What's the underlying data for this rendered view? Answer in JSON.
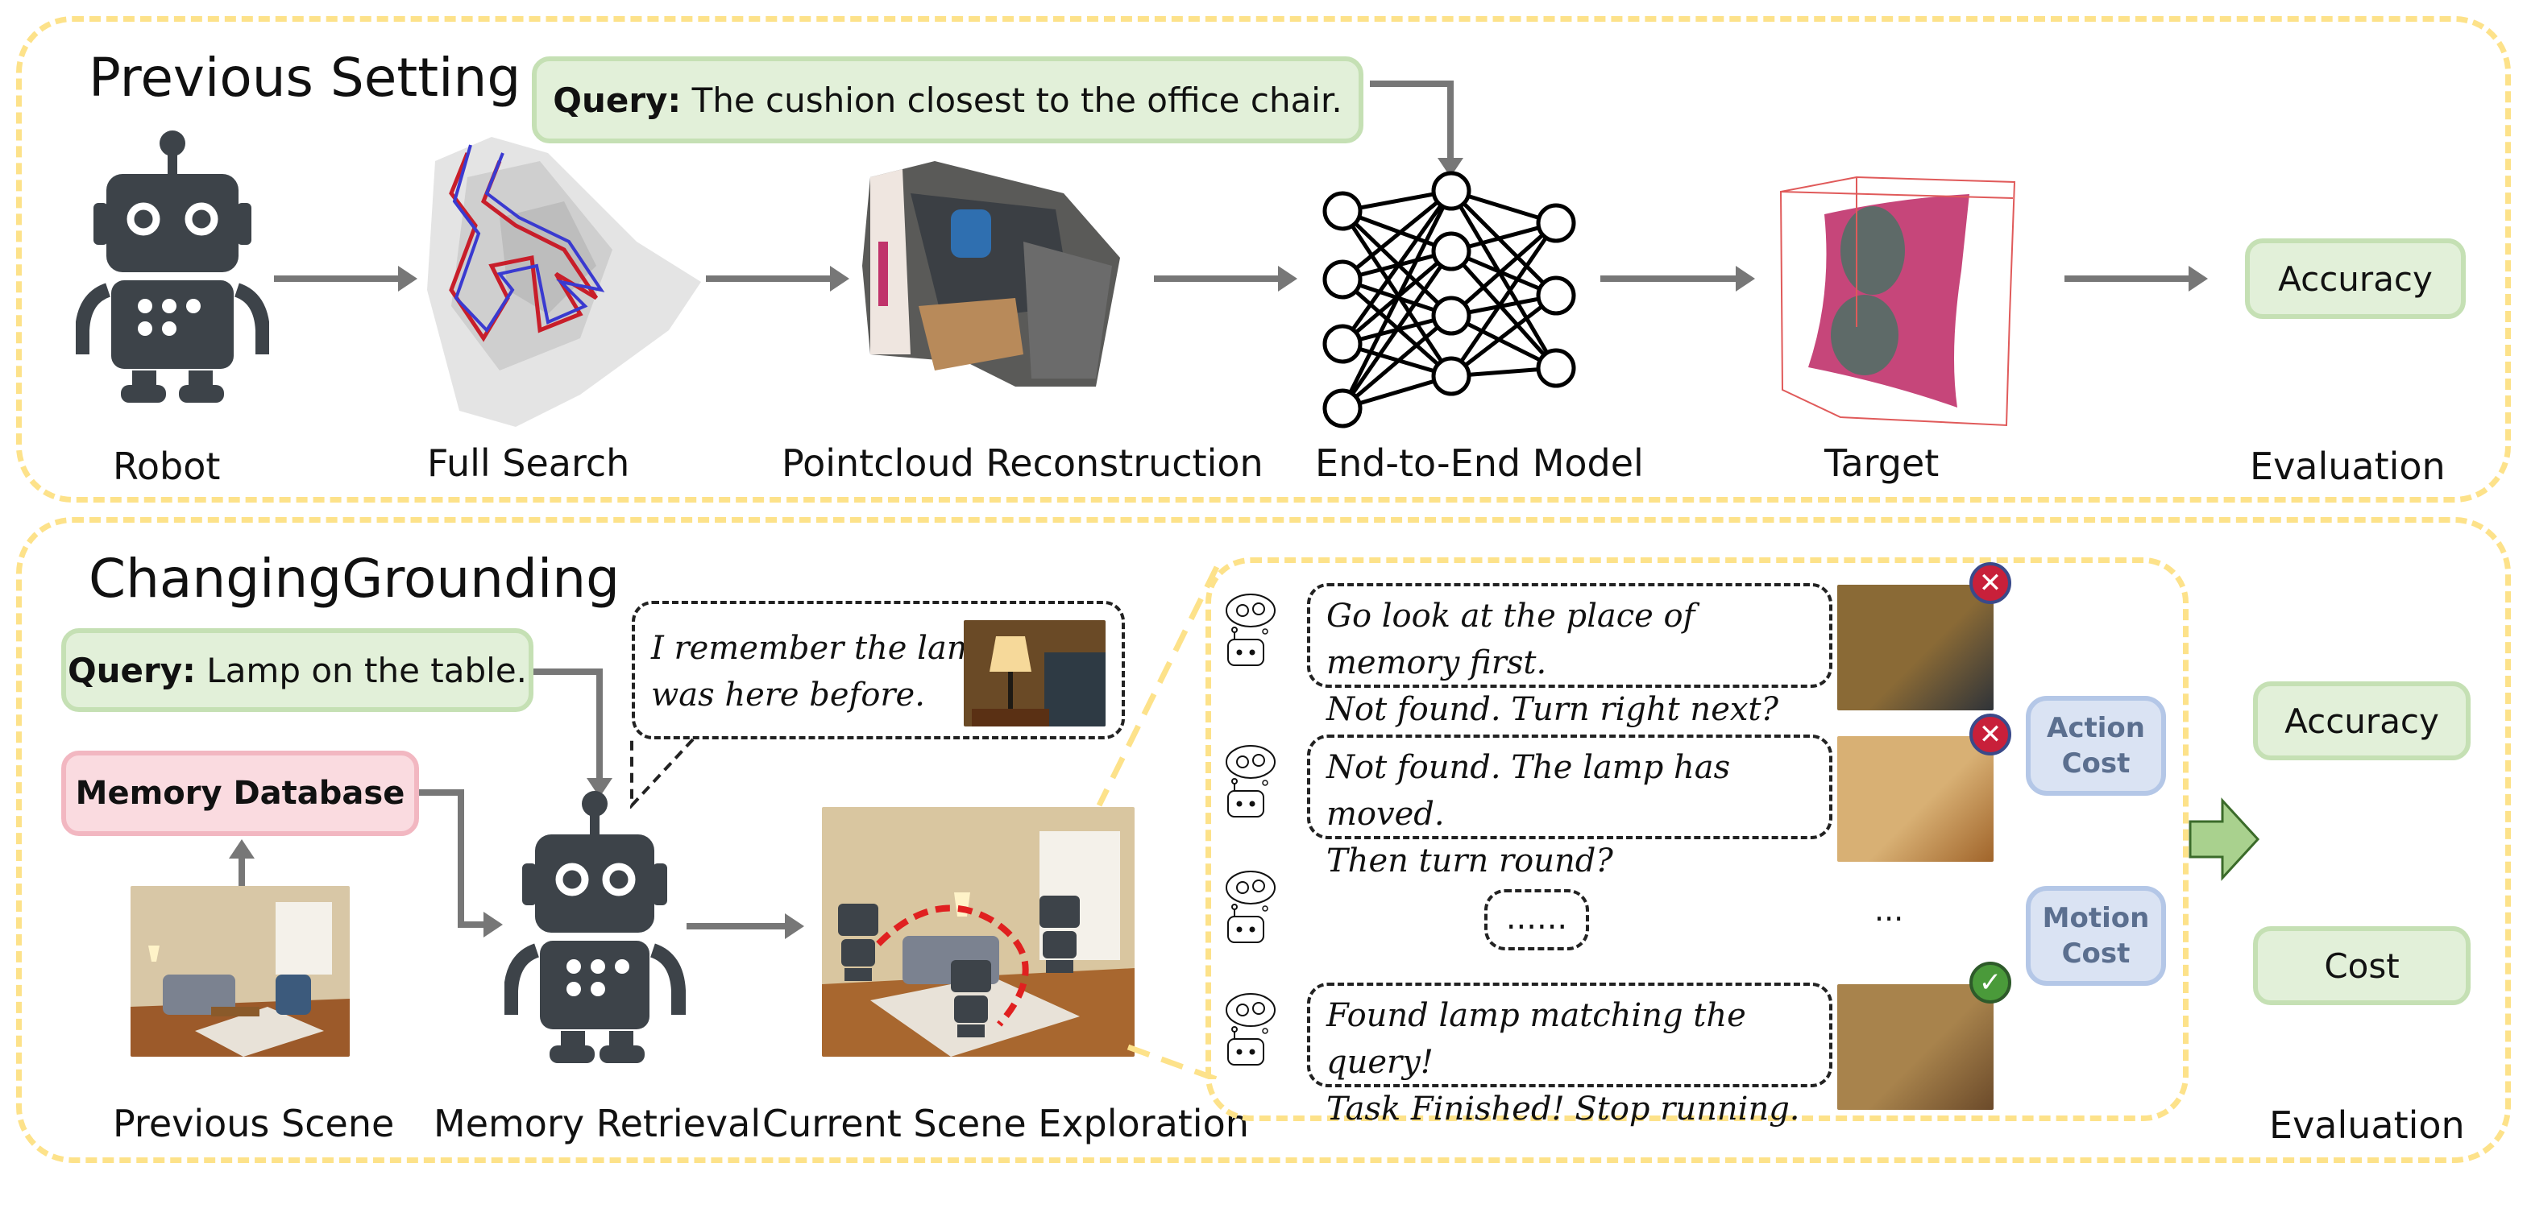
{
  "previous_setting": {
    "title": "Previous Setting",
    "query_label": "Query:",
    "query_text": " The cushion closest to the office chair.",
    "stages": [
      "Robot",
      "Full Search",
      "Pointcloud Reconstruction",
      "End-to-End Model",
      "Target",
      "Evaluation"
    ],
    "evaluation_metric": "Accuracy"
  },
  "changing_grounding": {
    "title": "ChangingGrounding",
    "query_label": "Query:",
    "query_text": " Lamp on the table.",
    "memory_database": "Memory Database",
    "memory_bubble": [
      "I remember the lamp",
      "was here before."
    ],
    "stages": [
      "Previous Scene",
      "Memory Retrieval",
      "Current Scene Exploration",
      "Evaluation"
    ],
    "steps": [
      {
        "lines": [
          "Go look at the place of memory first.",
          "Not found.  Turn right next?"
        ],
        "status": "fail"
      },
      {
        "lines": [
          "Not found. The lamp has moved.",
          "Then turn round?"
        ],
        "status": "fail"
      },
      {
        "lines": [
          "......"
        ],
        "status": "ellipsis",
        "image_placeholder": "..."
      },
      {
        "lines": [
          "Found lamp matching the query!",
          "Task Finished! Stop running."
        ],
        "status": "success"
      }
    ],
    "costs": [
      [
        "Action",
        "Cost"
      ],
      [
        "Motion",
        "Cost"
      ]
    ],
    "evaluation_metrics": [
      "Accuracy",
      "Cost"
    ]
  },
  "colors": {
    "panel_border": "#fde28a",
    "green_box": "#e2f0d9",
    "pink_box": "#fadbe0",
    "blue_box": "#dae3f3",
    "robot": "#3d4349",
    "fail_badge": "#c8203a",
    "success_badge": "#4a9a3a"
  }
}
